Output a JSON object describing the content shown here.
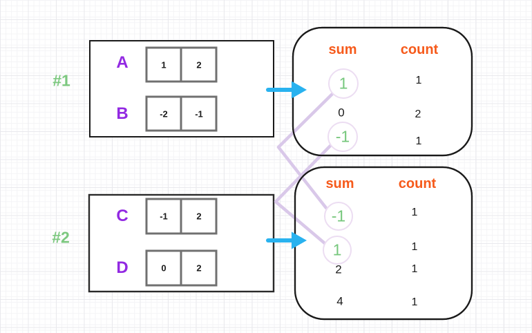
{
  "figure": {
    "examples": [
      {
        "label": "#1",
        "arrays": [
          {
            "name": "A",
            "values": [
              "1",
              "2"
            ]
          },
          {
            "name": "B",
            "values": [
              "-2",
              "-1"
            ]
          }
        ],
        "table": {
          "sum_header": "sum",
          "count_header": "count",
          "rows": [
            {
              "sum": "1",
              "count": "1",
              "highlighted": true
            },
            {
              "sum": "0",
              "count": "2",
              "highlighted": false
            },
            {
              "sum": "-1",
              "count": "1",
              "highlighted": true
            }
          ]
        }
      },
      {
        "label": "#2",
        "arrays": [
          {
            "name": "C",
            "values": [
              "-1",
              "2"
            ]
          },
          {
            "name": "D",
            "values": [
              "0",
              "2"
            ]
          }
        ],
        "table": {
          "sum_header": "sum",
          "count_header": "count",
          "rows": [
            {
              "sum": "-1",
              "count": "1",
              "highlighted": true
            },
            {
              "sum": "1",
              "count": "1",
              "highlighted": true
            },
            {
              "sum": "2",
              "count": "1",
              "highlighted": false
            },
            {
              "sum": "4",
              "count": "1",
              "highlighted": false
            }
          ]
        }
      }
    ],
    "connections": [
      {
        "from": "example1 sum 1",
        "to": "example2 sum -1"
      },
      {
        "from": "example1 sum -1",
        "to": "example2 sum 1"
      }
    ],
    "colors": {
      "label_green": "#7cc87f",
      "array_name_purple": "#9229e2",
      "header_orange": "#f65a1b",
      "arrow_cyan": "#29b2ef",
      "connector_lavender": "#d9c8e9",
      "highlight_circle_stroke": "#ecddf2",
      "value_black": "#1a1a1a",
      "cell_border_gray": "#707070"
    }
  }
}
